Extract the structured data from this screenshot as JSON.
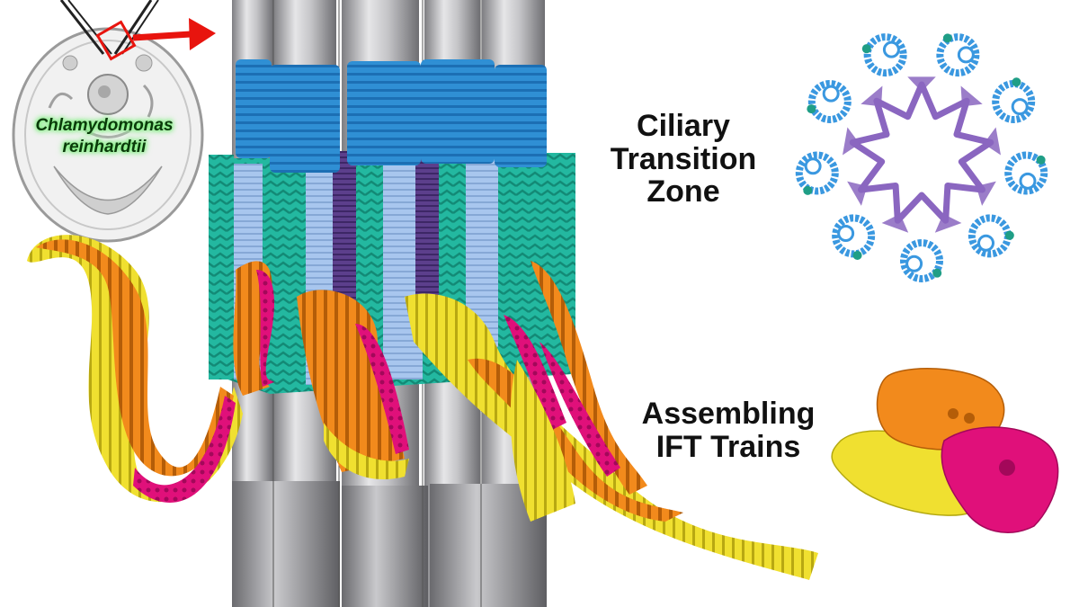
{
  "organism": {
    "line1": "Chlamydomonas",
    "line2": "reinhardtii"
  },
  "labels": {
    "tz_line1": "Ciliary",
    "tz_line2": "Transition",
    "tz_line3": "Zone",
    "ift_line1": "Assembling",
    "ift_line2": "IFT Trains"
  },
  "colors": {
    "microtubule": "#b9b9bc",
    "cap_blue": "#2f8fd4",
    "teal": "#23b8a0",
    "light_blue": "#a8c6ee",
    "purple": "#5c3f8c",
    "orange": "#f28a1c",
    "yellow": "#f0e030",
    "magenta": "#e0107a",
    "arrow_red": "#e8140e",
    "ring_blue": "#3a98e0",
    "ring_purple": "#8a66c0",
    "ring_teal": "#1f9e86"
  }
}
